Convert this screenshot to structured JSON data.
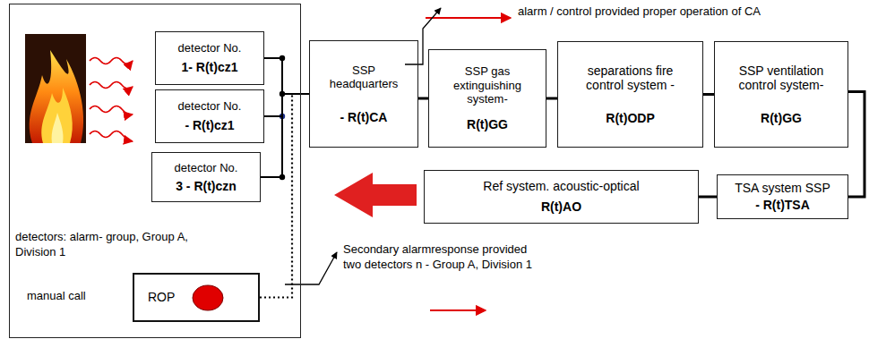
{
  "diagram": {
    "nodes": [
      {
        "text": [
          "detectors: alarm- group, Group A, Division 1",
          "manual call"
        ]
      },
      {
        "text": [
          "detector No.",
          "1- R(t)cz1"
        ],
        "in": 0
      },
      {
        "text": [
          "detector No.",
          "- R(t)cz1"
        ],
        "in": 0
      },
      {
        "text": [
          "detector No.",
          "3 - R(t)czn"
        ],
        "in": 0
      },
      {
        "text": [
          "ROP"
        ],
        "in": 0
      },
      {
        "text": [
          "SSP headquarters",
          "- R(t)CA"
        ]
      },
      {
        "text": [
          "SSP gas extinguishing system-",
          "R(t)GG"
        ]
      },
      {
        "text": [
          "separations fire control system -",
          "R(t)ODP"
        ]
      },
      {
        "text": [
          "SSP ventilation control system-",
          "R(t)GG"
        ]
      },
      {
        "text": [
          "Ref system. acoustic-optical",
          "R(t)AO"
        ]
      },
      {
        "text": [
          "TSA system SSP",
          "- R(t)TSA"
        ]
      }
    ],
    "edges": [
      {
        "from": 1,
        "to": 5,
        "arrow": "none"
      },
      {
        "from": 2,
        "to": 5,
        "arrow": "none"
      },
      {
        "from": 3,
        "to": 5,
        "arrow": "none"
      },
      {
        "from": 4,
        "to": 5,
        "arrow": "none"
      },
      {
        "from": 5,
        "to": 6,
        "arrow": "none"
      },
      {
        "from": 6,
        "to": 7,
        "arrow": "none"
      },
      {
        "from": 7,
        "to": 8,
        "arrow": "none"
      },
      {
        "from": 8,
        "to": 10,
        "arrow": "none"
      },
      {
        "from": 10,
        "to": 9,
        "arrow": "none"
      }
    ],
    "labels": [
      "alarm / control provided proper operation of CA",
      "Secondary alarmresponse provided two detectors n - Group A, Division 1"
    ]
  }
}
